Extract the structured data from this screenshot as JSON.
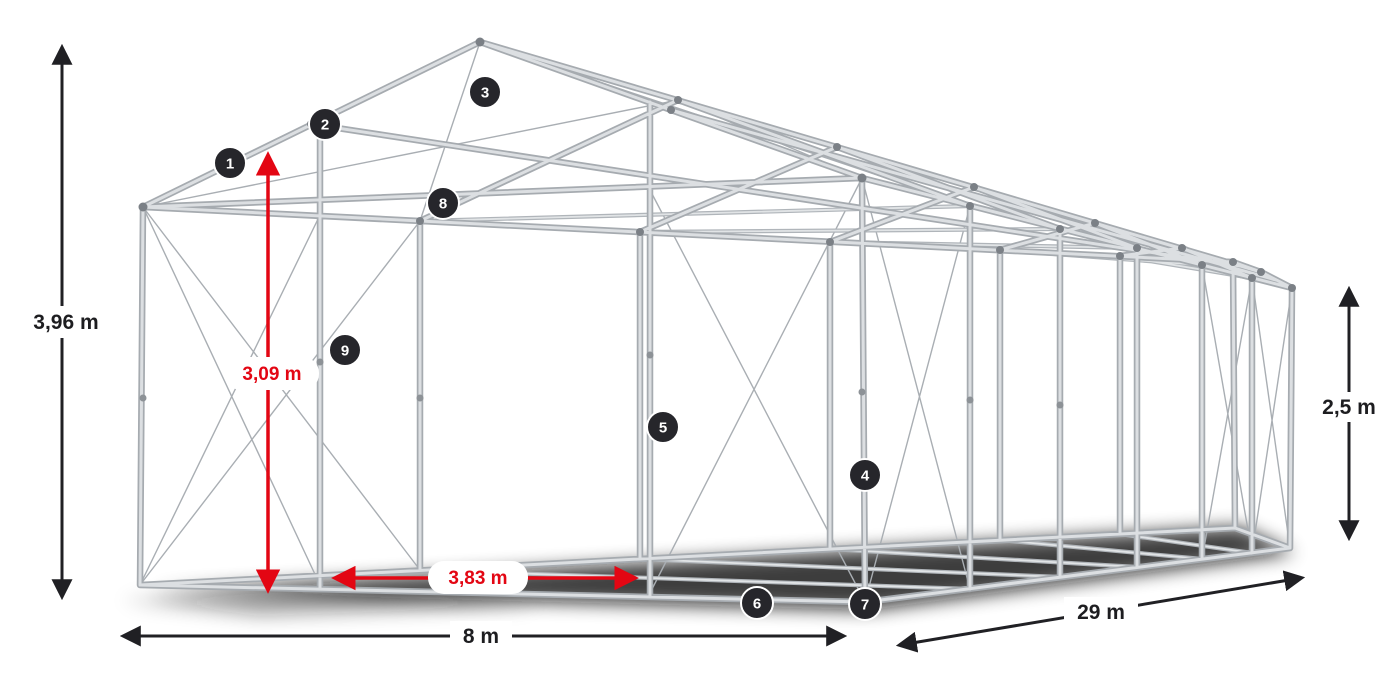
{
  "diagram": {
    "dimensions": {
      "ridge_height": "3,96 m",
      "inner_height": "3,09 m",
      "side_height": "2,5 m",
      "inner_width": "3,83 m",
      "width": "8 m",
      "length": "29 m"
    },
    "markers": [
      "1",
      "2",
      "3",
      "4",
      "5",
      "6",
      "7",
      "8",
      "9"
    ],
    "colors": {
      "accent_red": "#e30613",
      "badge": "#26262b",
      "frame": "#a6abb0",
      "dimension": "#1d1d20"
    }
  }
}
